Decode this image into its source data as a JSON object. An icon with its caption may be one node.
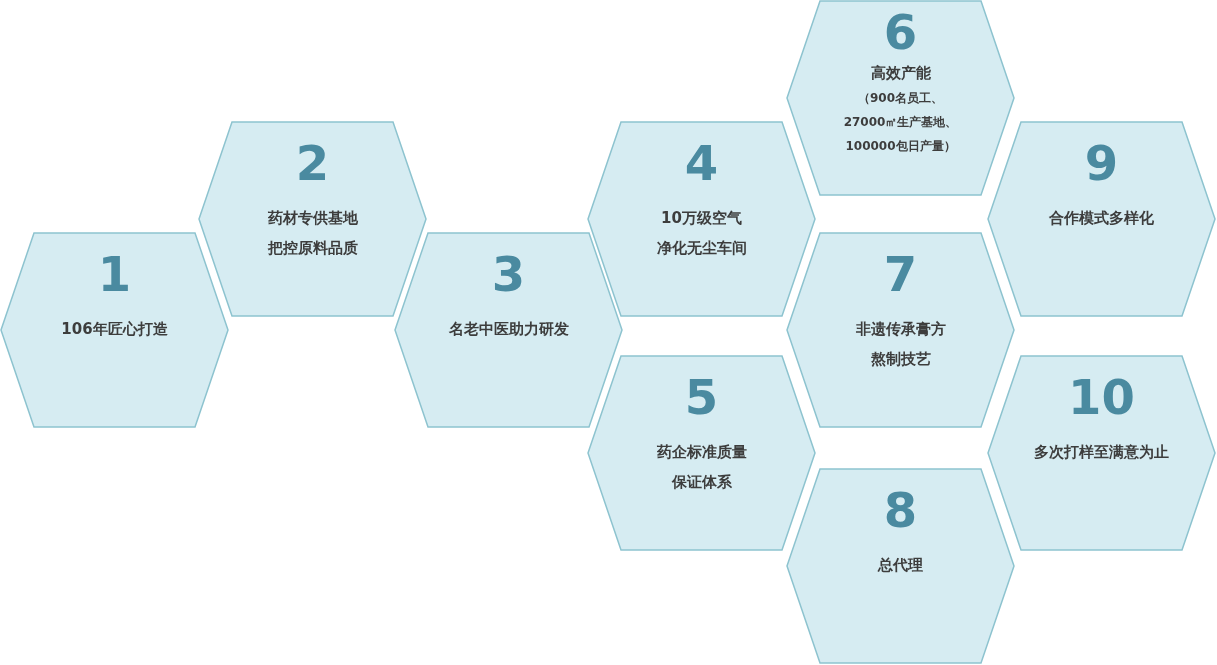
{
  "diagram": {
    "nodes": [
      {
        "text": [
          "1",
          "106年匠心打造"
        ]
      },
      {
        "text": [
          "2",
          "药材专供基地把控原料品质"
        ]
      },
      {
        "text": [
          "3",
          "名老中医助力研发"
        ]
      },
      {
        "text": [
          "4",
          "10万级空气净化无尘车间"
        ]
      },
      {
        "text": [
          "5",
          "药企标准质量保证体系"
        ]
      },
      {
        "text": [
          "6",
          "高效产能",
          "（900名员工、27000㎡生产基地、100000包日产量）"
        ]
      },
      {
        "text": [
          "7",
          "非遗传承膏方熬制技艺"
        ]
      },
      {
        "text": [
          "8",
          "总代理"
        ]
      },
      {
        "text": [
          "9",
          "合作模式多样化"
        ]
      },
      {
        "text": [
          "10",
          "多次打样至满意为止"
        ]
      }
    ]
  }
}
